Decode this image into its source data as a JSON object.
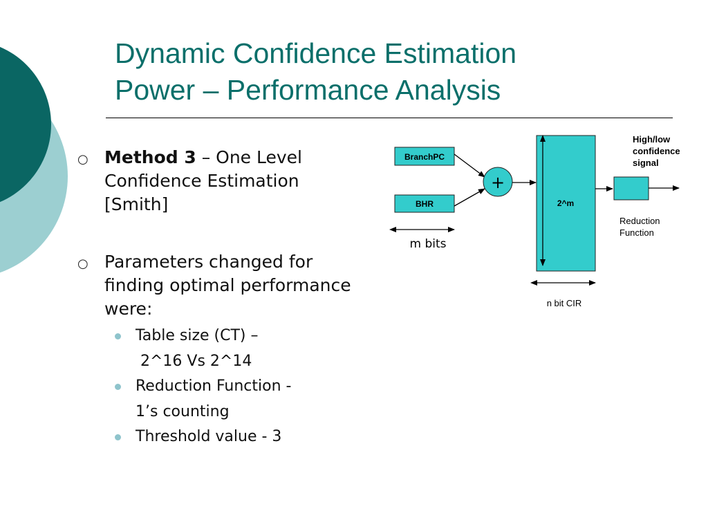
{
  "title": {
    "line1": "Dynamic Confidence Estimation",
    "line2": "Power – Performance Analysis"
  },
  "bullets": {
    "b1": {
      "bold": "Method 3",
      "rest": " – One Level",
      "line2": "Confidence Estimation",
      "line3": "[Smith]"
    },
    "b2": {
      "line1": "Parameters changed for",
      "line2": "finding optimal performance",
      "line3": "were:"
    },
    "sub": [
      {
        "line1": "Table size (CT) –",
        "line2": " 2^16 Vs 2^14"
      },
      {
        "line1": "Reduction Function -",
        "line2": "1’s counting"
      },
      {
        "line1": "Threshold value - 3"
      }
    ]
  },
  "diagram": {
    "branchpc": "BranchPC",
    "bhr": "BHR",
    "plus": "+",
    "table_label": "2^m",
    "m_bits": "m bits",
    "n_bit_cir": "n bit CIR",
    "output_label": [
      "High/low",
      "confidence",
      "signal"
    ],
    "reduction_label": [
      "Reduction",
      "Function"
    ]
  },
  "colors": {
    "title": "#0a6f6a",
    "block_fill": "#33cccc",
    "deco_dark": "#0a6663",
    "deco_light": "#9ccfd1"
  }
}
